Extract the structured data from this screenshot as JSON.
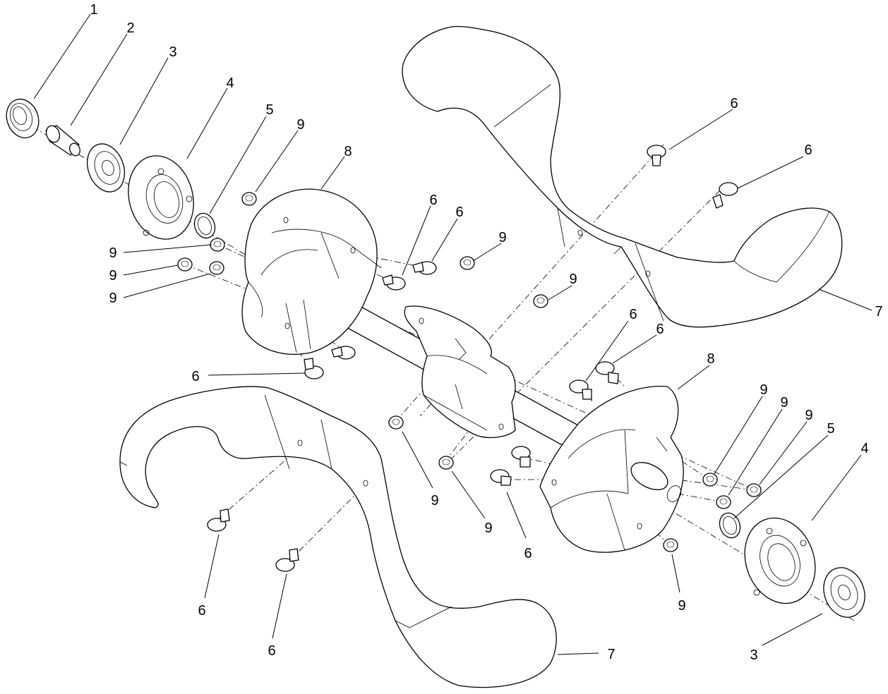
{
  "callouts": [
    {
      "id": "c1",
      "text": "1"
    },
    {
      "id": "c2",
      "text": "2"
    },
    {
      "id": "c3a",
      "text": "3"
    },
    {
      "id": "c4a",
      "text": "4"
    },
    {
      "id": "c5a",
      "text": "5"
    },
    {
      "id": "c9a",
      "text": "9"
    },
    {
      "id": "c8a",
      "text": "8"
    },
    {
      "id": "c9b",
      "text": "9"
    },
    {
      "id": "c9c",
      "text": "9"
    },
    {
      "id": "c9d",
      "text": "9"
    },
    {
      "id": "c6a",
      "text": "6"
    },
    {
      "id": "c6b",
      "text": "6"
    },
    {
      "id": "c9e",
      "text": "9"
    },
    {
      "id": "c6c",
      "text": "6"
    },
    {
      "id": "c6d",
      "text": "6"
    },
    {
      "id": "c7a",
      "text": "7"
    },
    {
      "id": "c9f",
      "text": "9"
    },
    {
      "id": "c6e",
      "text": "6"
    },
    {
      "id": "c6f",
      "text": "6"
    },
    {
      "id": "c6g",
      "text": "6"
    },
    {
      "id": "c8b",
      "text": "8"
    },
    {
      "id": "c9g",
      "text": "9"
    },
    {
      "id": "c9h",
      "text": "9"
    },
    {
      "id": "c9i",
      "text": "9"
    },
    {
      "id": "c5b",
      "text": "5"
    },
    {
      "id": "c4b",
      "text": "4"
    },
    {
      "id": "c9j",
      "text": "9"
    },
    {
      "id": "c9k",
      "text": "9"
    },
    {
      "id": "c6h",
      "text": "6"
    },
    {
      "id": "c9l",
      "text": "9"
    },
    {
      "id": "c6i",
      "text": "6"
    },
    {
      "id": "c6j",
      "text": "6"
    },
    {
      "id": "c3b",
      "text": "3"
    },
    {
      "id": "c7b",
      "text": "7"
    }
  ]
}
